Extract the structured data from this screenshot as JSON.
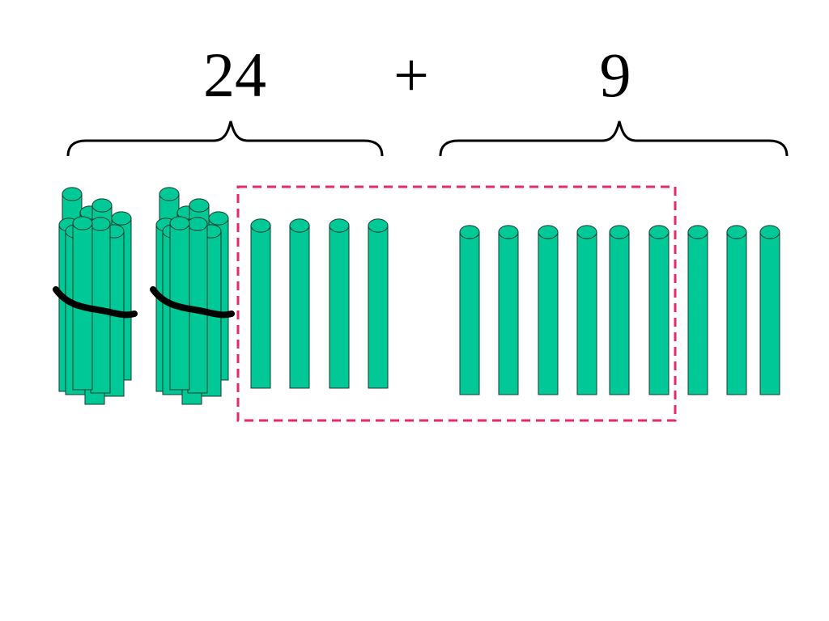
{
  "equation": {
    "first_number": "24",
    "operator": "+",
    "second_number": "9"
  },
  "quantities": {
    "bundles_of_ten": 2,
    "single_sticks_of_24": 4,
    "single_sticks_of_9": 9,
    "sticks_per_bundle": 10,
    "sticks_grouped_to_make_ten": 10
  },
  "colors": {
    "stick_fill": "#00c896",
    "stick_outline": "#1e3a2c",
    "band": "#000000",
    "grouping_box": "#e6286e",
    "text": "#000000",
    "brace": "#000000"
  }
}
